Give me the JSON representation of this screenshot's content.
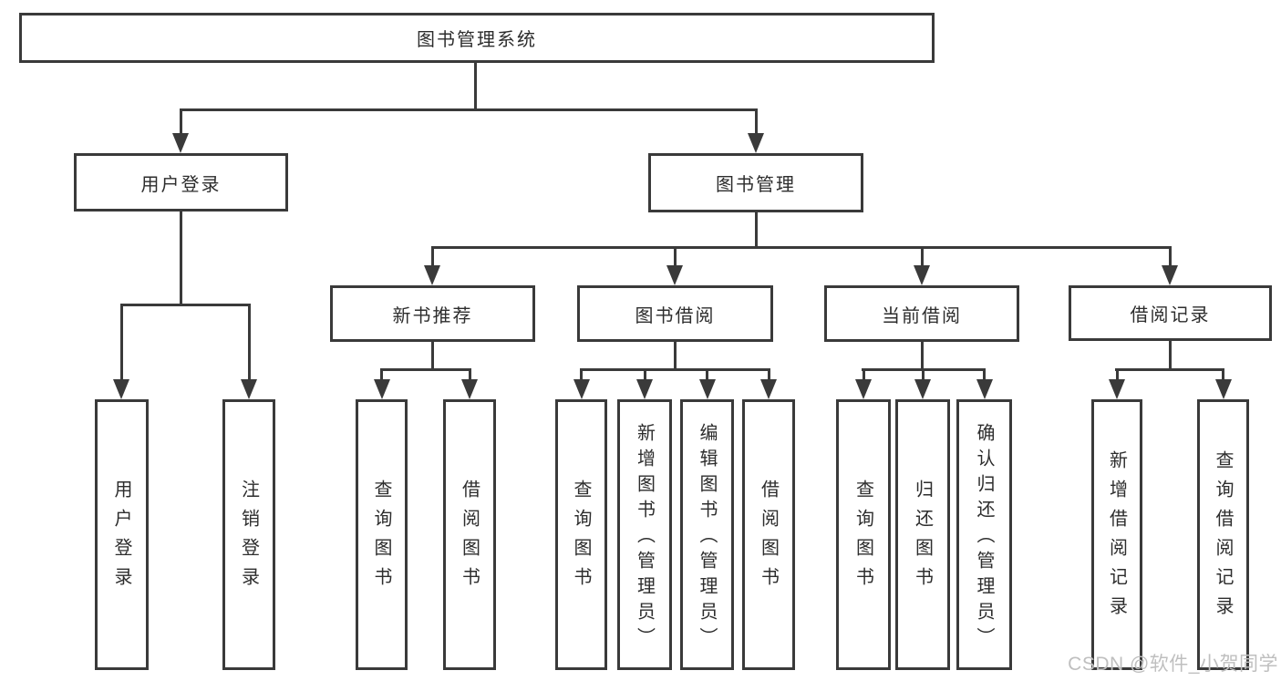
{
  "diagram": {
    "root": {
      "label": "图书管理系统"
    },
    "level2": {
      "user_login": {
        "label": "用户登录"
      },
      "book_mgmt": {
        "label": "图书管理"
      }
    },
    "level3": {
      "new_book_rec": {
        "label": "新书推荐"
      },
      "book_borrow": {
        "label": "图书借阅"
      },
      "current_borrow": {
        "label": "当前借阅"
      },
      "borrow_record": {
        "label": "借阅记录"
      }
    },
    "leaves": {
      "user_login_leaf": {
        "label": "用户登录"
      },
      "logout_leaf": {
        "label": "注销登录"
      },
      "query_book_rec": {
        "label": "查询图书"
      },
      "borrow_book_rec": {
        "label": "借阅图书"
      },
      "query_book_borrow": {
        "label": "查询图书"
      },
      "add_book_admin": {
        "label": "新增图书（管理员）"
      },
      "edit_book_admin": {
        "label": "编辑图书（管理员）"
      },
      "borrow_book_borrow": {
        "label": "借阅图书"
      },
      "query_book_current": {
        "label": "查询图书"
      },
      "return_book": {
        "label": "归还图书"
      },
      "confirm_return_admin": {
        "label": "确认归还（管理员）"
      },
      "add_borrow_record": {
        "label": "新增借阅记录"
      },
      "query_borrow_record": {
        "label": "查询借阅记录"
      }
    }
  },
  "watermark": {
    "text": "CSDN @软件_小贺同学"
  },
  "colors": {
    "line": "#3a3a3a",
    "text": "#2d2d2d",
    "watermark": "#bfbfbf",
    "background": "#ffffff"
  }
}
